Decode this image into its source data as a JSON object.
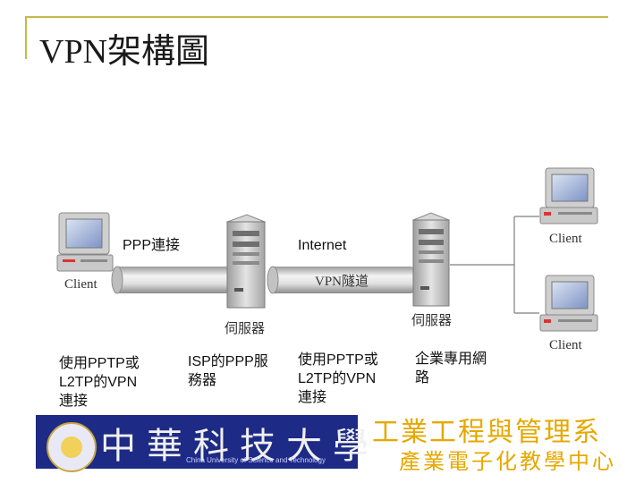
{
  "title": "VPN架構圖",
  "labels": {
    "ppp_connection": "PPP連接",
    "internet": "Internet",
    "vpn_tunnel": "VPN隧道",
    "server_left": "伺服器",
    "server_right": "伺服器",
    "client_left": "Client",
    "client_top_right": "Client",
    "client_bottom_right": "Client"
  },
  "descriptions": {
    "col1": [
      "使用PPTP或",
      "L2TP的VPN",
      "連接"
    ],
    "col2": [
      "ISP的PPP服",
      "務器"
    ],
    "col3": [
      "使用PPTP或",
      "L2TP的VPN",
      "連接"
    ],
    "col4": [
      "企業專用網",
      "路"
    ]
  },
  "banner": {
    "university_name": "中華科技大學",
    "university_english": "China University of Science and Technology",
    "department": "工業工程與管理系",
    "center": "產業電子化教學中心"
  },
  "colors": {
    "banner_blue": "#1d2a86",
    "banner_gold": "#e6a800",
    "accent_line": "#c8b84a"
  }
}
